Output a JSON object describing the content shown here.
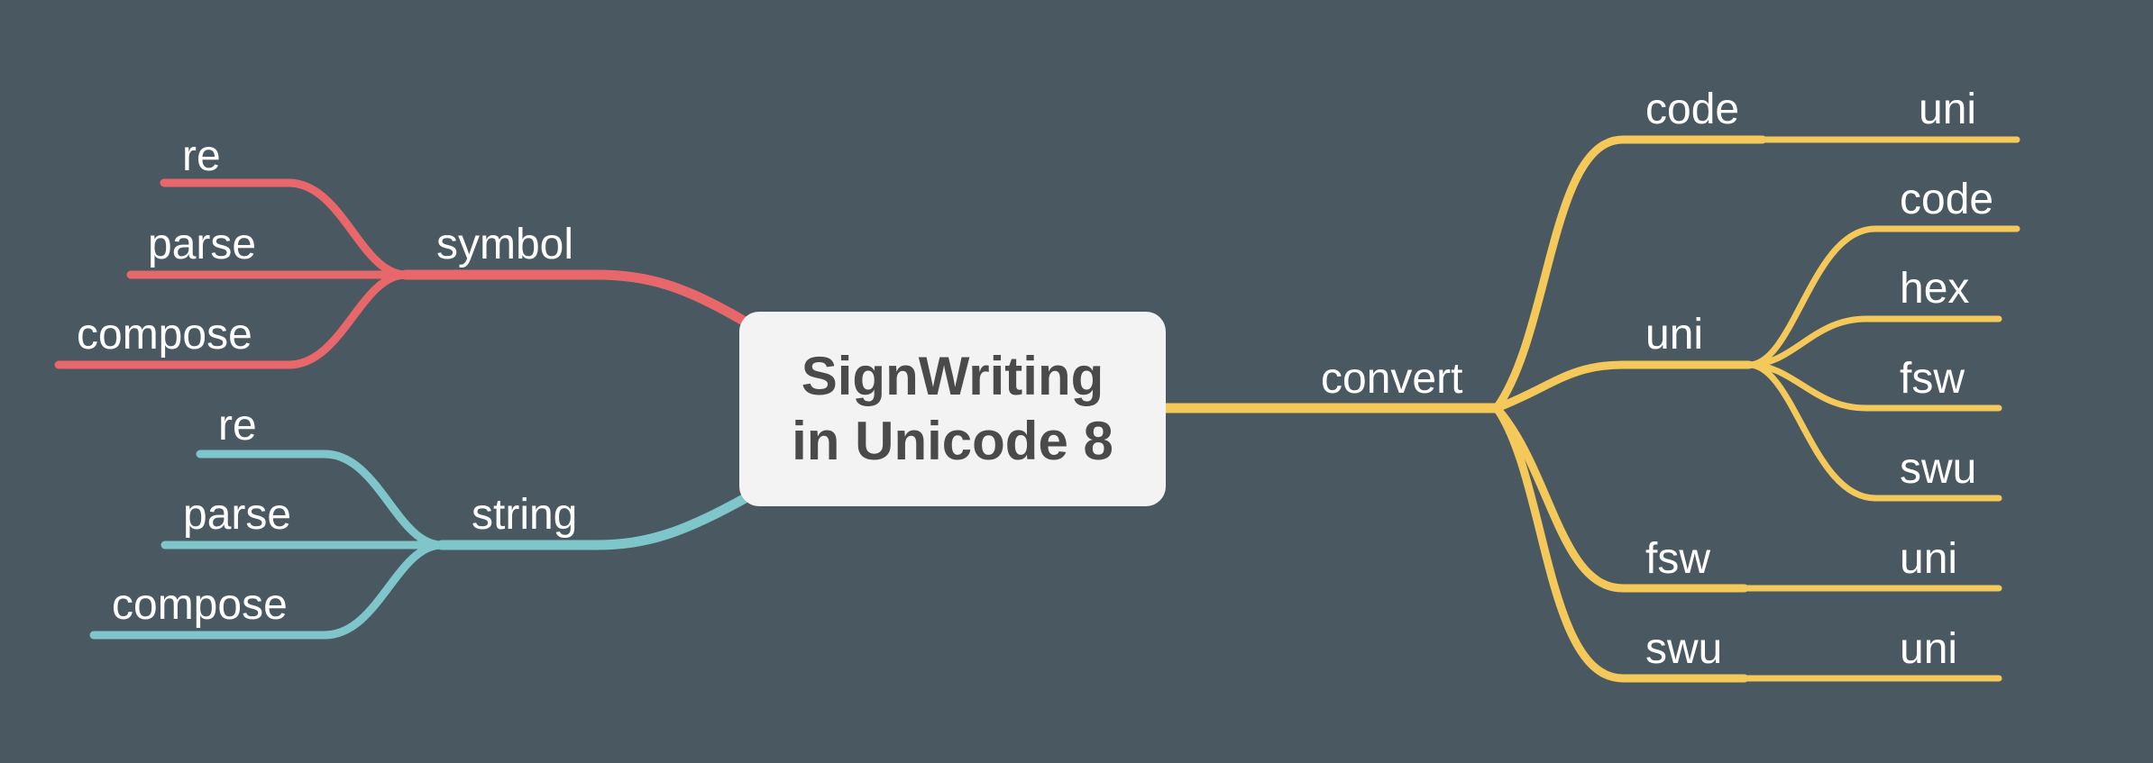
{
  "colors": {
    "background": "#4a5862",
    "symbol_branch": "#e8676b",
    "string_branch": "#7ec6c9",
    "convert_branch": "#f5c85a",
    "center_fill": "#f3f3f3",
    "center_text": "#4a4a4a",
    "label_text": "#ffffff"
  },
  "center": {
    "line1": "SignWriting",
    "line2": "in Unicode 8"
  },
  "symbol": {
    "label": "symbol",
    "children": [
      "re",
      "parse",
      "compose"
    ]
  },
  "string": {
    "label": "string",
    "children": [
      "re",
      "parse",
      "compose"
    ]
  },
  "convert": {
    "label": "convert",
    "children": [
      {
        "label": "code",
        "children": [
          "uni"
        ]
      },
      {
        "label": "uni",
        "children": [
          "code",
          "hex",
          "fsw",
          "swu"
        ]
      },
      {
        "label": "fsw",
        "children": [
          "uni"
        ]
      },
      {
        "label": "swu",
        "children": [
          "uni"
        ]
      }
    ]
  }
}
